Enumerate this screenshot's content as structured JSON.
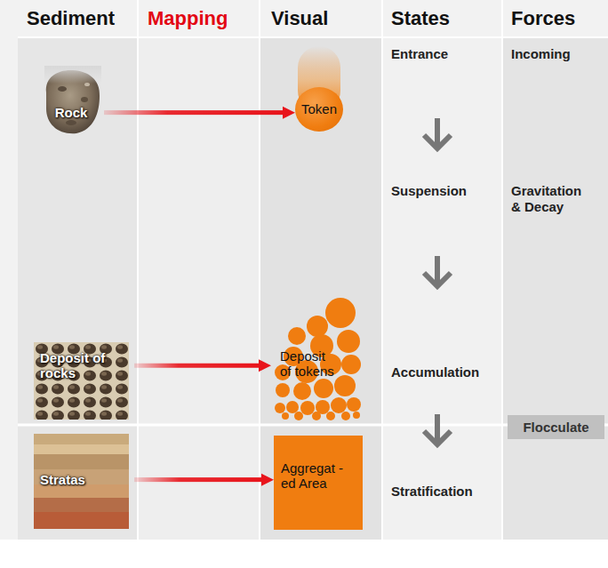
{
  "diagram": {
    "nodes": [
      {
        "text": [
          "Rock"
        ]
      },
      {
        "text": [
          "Token"
        ]
      },
      {
        "text": [
          "Deposit of rocks"
        ]
      },
      {
        "text": [
          "Deposit of tokens"
        ]
      },
      {
        "text": [
          "Flocculate"
        ]
      },
      {
        "text": [
          "Stratas"
        ]
      },
      {
        "text": [
          "Aggregat -ed Area"
        ]
      }
    ],
    "edges": [
      {
        "from": 0,
        "to": 1,
        "arrow": "to"
      },
      {
        "from": 2,
        "to": 3,
        "arrow": "to"
      },
      {
        "from": 5,
        "to": 6,
        "arrow": "to"
      }
    ],
    "labels": [
      "Sediment",
      "Mapping",
      "Visual",
      "States",
      "Forces",
      "Entrance",
      "Incoming",
      "Suspension",
      "Gravitation & Decay",
      "Accumulation",
      "Stratification"
    ]
  }
}
